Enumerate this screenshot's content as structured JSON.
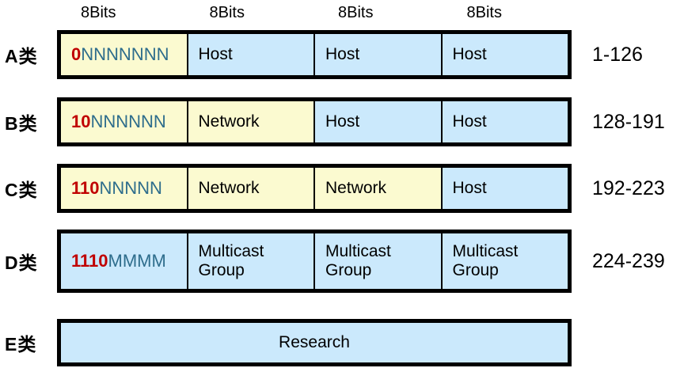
{
  "header": {
    "bit_labels": [
      "8Bits",
      "8Bits",
      "8Bits",
      "8Bits"
    ]
  },
  "colors": {
    "yellow": "#FBFAD0",
    "blue": "#CBE9FC",
    "red": "#C00000",
    "teal": "#2E6D8C",
    "border": "#000000"
  },
  "rows": [
    {
      "label": "A类",
      "bits_prefix": "0",
      "bits_suffix": "NNNNNNN",
      "cell2": "Host",
      "cell3": "Host",
      "cell4": "Host",
      "range": "1-126"
    },
    {
      "label": "B类",
      "bits_prefix": "10",
      "bits_suffix": "NNNNNN",
      "cell2": "Network",
      "cell3": "Host",
      "cell4": "Host",
      "range": "128-191"
    },
    {
      "label": "C类",
      "bits_prefix": "110",
      "bits_suffix": "NNNNN",
      "cell2": "Network",
      "cell3": "Network",
      "cell4": "Host",
      "range": "192-223"
    },
    {
      "label": "D类",
      "bits_prefix": "1110",
      "bits_suffix": "MMMM",
      "cell2": "Multicast Group",
      "cell3": "Multicast Group",
      "cell4": "Multicast Group",
      "range": "224-239"
    },
    {
      "label": "E类",
      "cell_full": "Research",
      "range": ""
    }
  ]
}
